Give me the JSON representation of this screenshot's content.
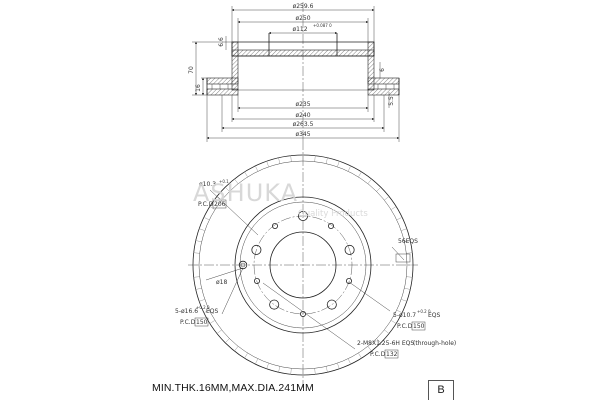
{
  "watermark": {
    "brand": "ASHUKA",
    "slogan": "Quality Products"
  },
  "side_view": {
    "dims": {
      "d_top": "ø259.6",
      "d_hat_outer": "ø250",
      "d_center": "ø112",
      "d_center_tol": "+0.087 0",
      "d_inner": "ø235",
      "d_240": "ø240",
      "d_263": "ø263.5",
      "d_345": "ø345",
      "h_total": "70",
      "h_flange": "16",
      "h_top_step": "6.6",
      "h_right_55": "5.5",
      "h_right_6": "6"
    }
  },
  "front_view": {
    "labels": {
      "small_hole": "ø10.3",
      "small_hole_sup": "+0.1",
      "pcd_small": "P.C.D",
      "pcd_small_val": "206",
      "d_18": "ø18",
      "slots": "5-ø16.6",
      "slots_tol": "+0.2 0",
      "slots_eqs": "EQS",
      "pcd_left": "P.C.D",
      "pcd_left_val": "150",
      "right_hole": "5-ø10.7",
      "right_hole_tol": "+0.2 0",
      "right_hole_eqs": "EQS",
      "pcd_right": "P.C.D",
      "pcd_right_val": "150",
      "thread": "2-M8X1.25-6H EQS",
      "thread_note": "(through-hole)",
      "pcd_thread": "P.C.D",
      "pcd_thread_val": "132",
      "vents": "56EQS"
    }
  },
  "footer": {
    "note": "MIN.THK.16MM,MAX.DIA.241MM",
    "box_label": "B"
  }
}
